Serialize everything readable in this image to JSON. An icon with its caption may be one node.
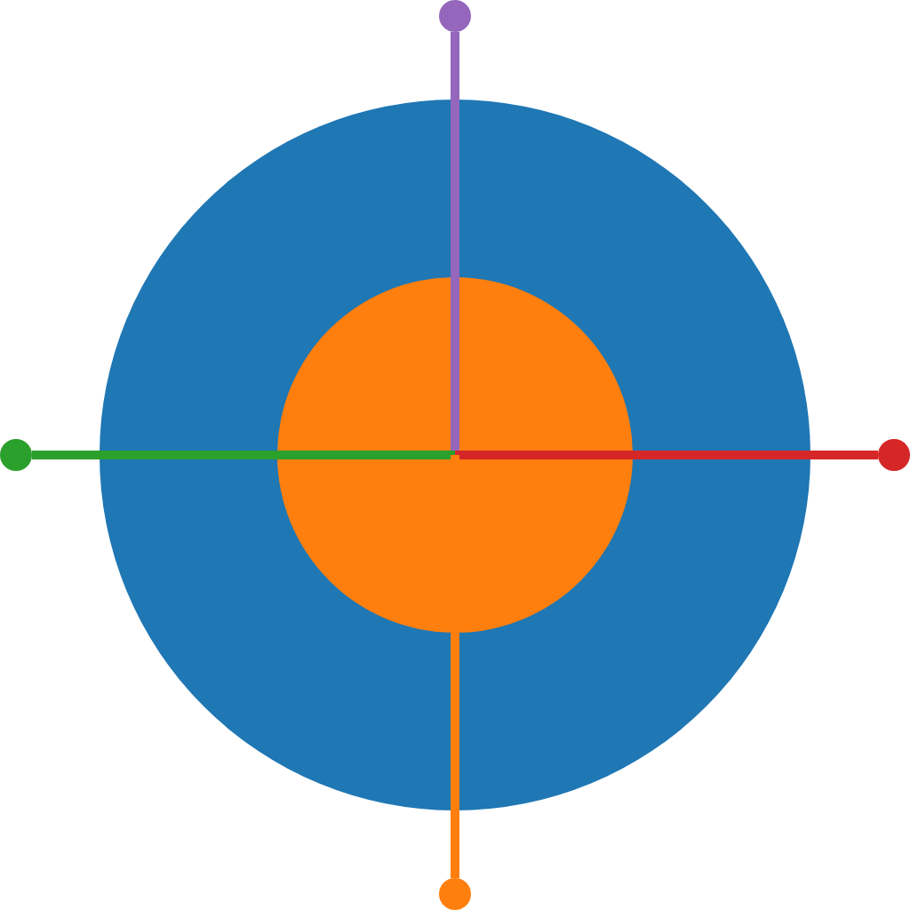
{
  "diagram": {
    "nodes": [
      {
        "text": [],
        "shape": "circle"
      },
      {
        "text": [],
        "shape": "circle",
        "in": 0
      },
      {
        "text": [],
        "shape": "circle"
      },
      {
        "text": [],
        "shape": "circle"
      },
      {
        "text": [],
        "shape": "circle"
      },
      {
        "text": [],
        "shape": "circle"
      }
    ],
    "edges": [
      {
        "from": 1,
        "to": 2,
        "arrow": "none",
        "color": "#9467bd"
      },
      {
        "from": 1,
        "to": 3,
        "arrow": "none",
        "color": "#2ca02c"
      },
      {
        "from": 1,
        "to": 4,
        "arrow": "none",
        "color": "#d62728"
      },
      {
        "from": 1,
        "to": 5,
        "arrow": "none",
        "color": "#ff7f0e"
      }
    ]
  }
}
